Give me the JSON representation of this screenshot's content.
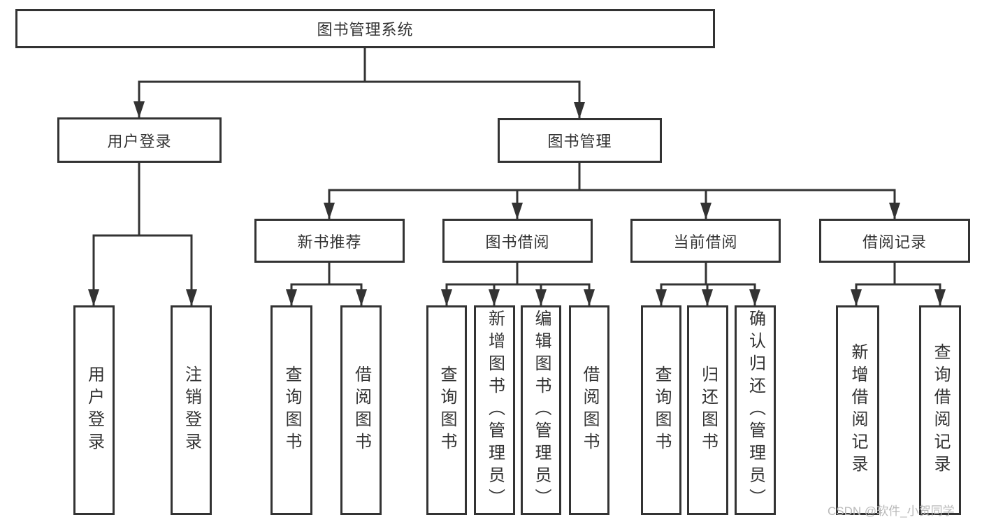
{
  "diagram": {
    "type": "hierarchy-tree",
    "root": {
      "label": "图书管理系统"
    },
    "branches": [
      {
        "label": "用户登录",
        "children": [
          {
            "label": "用户登录"
          },
          {
            "label": "注销登录"
          }
        ]
      },
      {
        "label": "图书管理",
        "children": [
          {
            "label": "新书推荐",
            "children": [
              {
                "label": "查询图书"
              },
              {
                "label": "借阅图书"
              }
            ]
          },
          {
            "label": "图书借阅",
            "children": [
              {
                "label": "查询图书"
              },
              {
                "label": "新增图书（管理员）"
              },
              {
                "label": "编辑图书（管理员）"
              },
              {
                "label": "借阅图书"
              }
            ]
          },
          {
            "label": "当前借阅",
            "children": [
              {
                "label": "查询图书"
              },
              {
                "label": "归还图书"
              },
              {
                "label": "确认归还（管理员）"
              }
            ]
          },
          {
            "label": "借阅记录",
            "children": [
              {
                "label": "新增借阅记录"
              },
              {
                "label": "查询借阅记录"
              }
            ]
          }
        ]
      }
    ]
  },
  "watermark": {
    "text": "CSDN @软件_小贺同学"
  },
  "colors": {
    "line": "#333333",
    "box_border": "#333333",
    "text": "#333333",
    "watermark": "#b9b9b9",
    "background": "#ffffff"
  }
}
